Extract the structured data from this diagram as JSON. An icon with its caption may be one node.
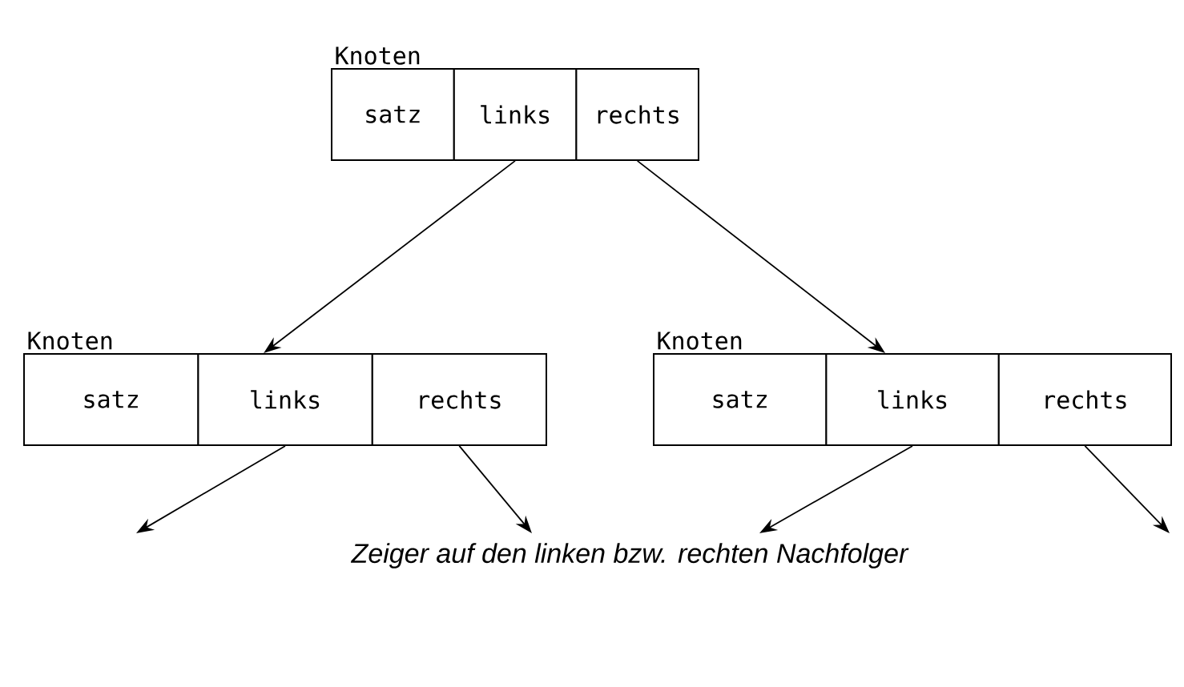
{
  "diagram": {
    "caption": "Zeiger auf den linken bzw. rechten Nachfolger",
    "nodes": [
      {
        "text": [
          "Knoten"
        ]
      },
      {
        "text": [
          "satz"
        ],
        "in": 0
      },
      {
        "text": [
          "links"
        ],
        "in": 0
      },
      {
        "text": [
          "rechts"
        ],
        "in": 0
      },
      {
        "text": [
          "Knoten"
        ]
      },
      {
        "text": [
          "satz"
        ],
        "in": 4
      },
      {
        "text": [
          "links"
        ],
        "in": 4
      },
      {
        "text": [
          "rechts"
        ],
        "in": 4
      },
      {
        "text": [
          "Knoten"
        ]
      },
      {
        "text": [
          "satz"
        ],
        "in": 8
      },
      {
        "text": [
          "links"
        ],
        "in": 8
      },
      {
        "text": [
          "rechts"
        ],
        "in": 8
      }
    ],
    "edges": [
      {
        "from": 2,
        "to": 4,
        "arrow": "to"
      },
      {
        "from": 3,
        "to": 8,
        "arrow": "to"
      },
      {
        "from": 6,
        "to": null,
        "arrow": "to"
      },
      {
        "from": 7,
        "to": null,
        "arrow": "to"
      },
      {
        "from": 10,
        "to": null,
        "arrow": "to"
      },
      {
        "from": 11,
        "to": null,
        "arrow": "to"
      }
    ]
  }
}
